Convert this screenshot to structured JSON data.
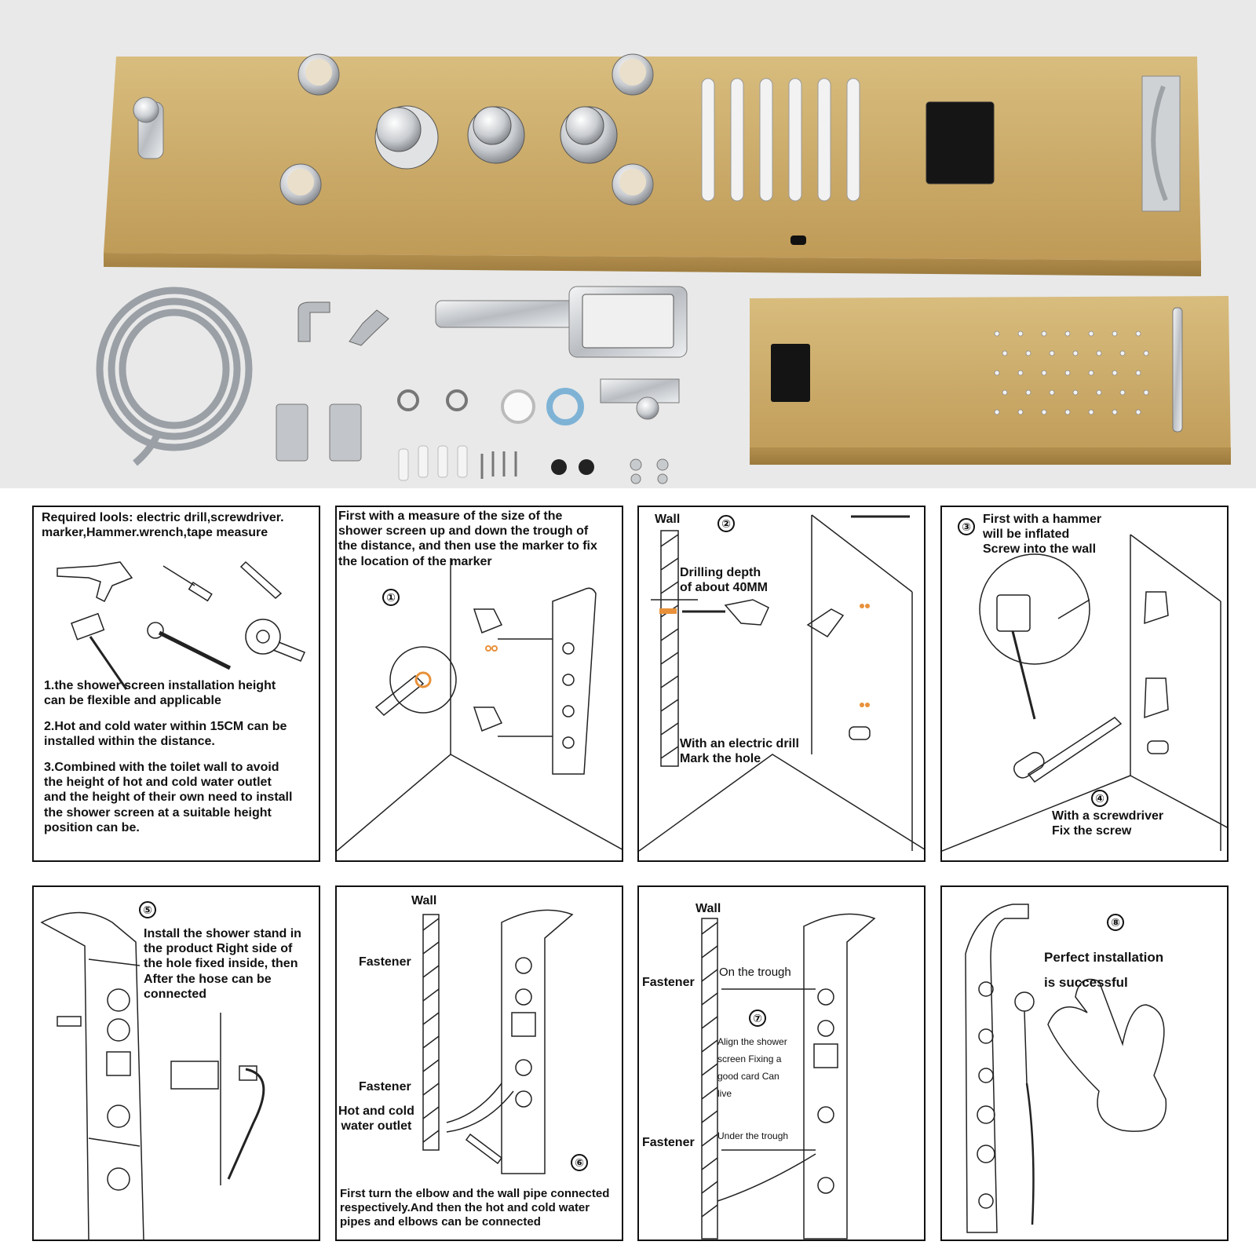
{
  "panels": {
    "p0": {
      "tools": "Required lools: electric drill,screwdriver.\nmarker,Hammer.wrench,tape measure",
      "note1": "1.the shower screen installation height\n   can be flexible and applicable",
      "note2": "2.Hot and cold water within 15CM can be\ninstalled within the distance.",
      "note3": "3.Combined with the toilet wall to avoid\nthe height of hot and cold water outlet\nand the height of their own need to install\nthe shower screen at a suitable height\nposition can be."
    },
    "p1": {
      "number": "①",
      "text": "First with a measure of the size of the\nshower screen up and down the trough of\nthe distance, and then use the marker to fix\nthe location of the marker"
    },
    "p2": {
      "number": "②",
      "wall": "Wall",
      "depth": "Drilling depth\nof about 40MM",
      "drill": "With an electric drill\nMark the hole"
    },
    "p3": {
      "number3": "③",
      "text3": "First with a hammer\nwill be inflated\nScrew into the wall",
      "number4": "④",
      "text4": "With a screwdriver\nFix the screw"
    },
    "p4": {
      "number": "⑤",
      "text": "Install the shower stand in\nthe product Right side of\nthe hole fixed inside, then\nAfter the hose can be\nconnected"
    },
    "p5": {
      "number": "⑥",
      "wall": "Wall",
      "fastener1": "Fastener",
      "fastener2": "Fastener",
      "outlet": "Hot and cold\nwater outlet",
      "text": "First turn the elbow and the wall pipe connected\nrespectively.And then the hot and cold water\npipes and elbows can be connected"
    },
    "p6": {
      "number": "⑦",
      "wall": "Wall",
      "fastener1": "Fastener",
      "fastener2": "Fastener",
      "on_trough": "On the trough",
      "under_trough": "Under the trough",
      "align": "Align the shower\nscreen Fixing a\ngood card Can\nlive"
    },
    "p7": {
      "number": "⑧",
      "text": "Perfect installation\nis successful"
    }
  },
  "colors": {
    "gold": "#c9a865",
    "gold_dark": "#a9874a",
    "chrome": "#d9dcdf",
    "accent_orange": "#e8913a",
    "washer_blue": "#7fb3d6"
  }
}
